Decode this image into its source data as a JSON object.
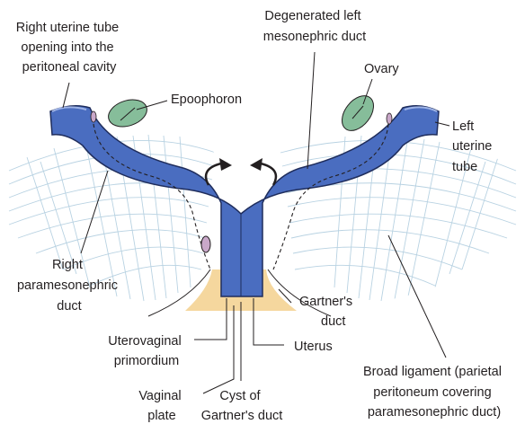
{
  "labels": {
    "right_tube": [
      "Right uterine tube",
      "opening into the",
      "peritoneal cavity"
    ],
    "left_duct": [
      "Degenerated left",
      "mesonephric duct"
    ],
    "epoophoron": "Epoophoron",
    "ovary": "Ovary",
    "left_tube": [
      "Left",
      "uterine",
      "tube"
    ],
    "right_paramesonephric": [
      "Right",
      "paramesonephric",
      "duct"
    ],
    "gartners_duct": [
      "Gartner's",
      "duct"
    ],
    "uterovaginal": [
      "Uterovaginal",
      "primordium"
    ],
    "uterus": "Uterus",
    "vaginal_plate": [
      "Vaginal",
      "plate"
    ],
    "cyst": [
      "Cyst of",
      "Gartner's duct"
    ],
    "broad_ligament": [
      "Broad ligament (parietal",
      "peritoneum covering",
      "paramesonephric duct)"
    ]
  },
  "colors": {
    "tube": "#4a6dc0",
    "tube_outline": "#1f2d5c",
    "ovary": "#86bd9a",
    "epoophoron_cyst": "#c9a8c9",
    "vaginal_plate": "#f5d79e",
    "ligament_fibers": "#b8d2e2"
  }
}
